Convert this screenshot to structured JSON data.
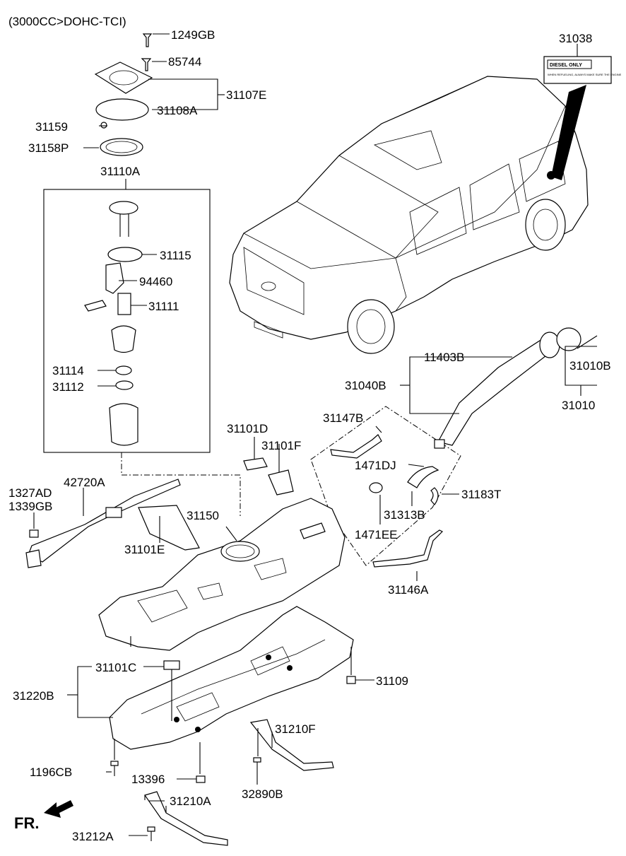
{
  "header": {
    "engine": "(3000CC>DOHC-TCI)"
  },
  "decal": {
    "title": "DIESEL ONLY",
    "fine_print": "WHEN REFUELING, ALWAYS MAKE SURE THE ENGINE"
  },
  "direction": {
    "label": "FR."
  },
  "labels": {
    "p1249GB": "1249GB",
    "p85744": "85744",
    "p31107E": "31107E",
    "p31108A": "31108A",
    "p31159": "31159",
    "p31158P": "31158P",
    "p31110A": "31110A",
    "p31115": "31115",
    "p94460": "94460",
    "p31111": "31111",
    "p31114": "31114",
    "p31112": "31112",
    "p31038": "31038",
    "p11403B": "11403B",
    "p31010B": "31010B",
    "p31040B": "31040B",
    "p31010": "31010",
    "p31147B": "31147B",
    "p31101D": "31101D",
    "p31101F": "31101F",
    "p1471DJ": "1471DJ",
    "p31183T": "31183T",
    "p31313B": "31313B",
    "p1471EE": "1471EE",
    "p1327AD": "1327AD",
    "p1339GB": "1339GB",
    "p42720A": "42720A",
    "p31150": "31150",
    "p31101E": "31101E",
    "p31146A": "31146A",
    "p31101C": "31101C",
    "p31109": "31109",
    "p31220B": "31220B",
    "p31210F": "31210F",
    "p1196CB": "1196CB",
    "p13396": "13396",
    "p32890B": "32890B",
    "p31210A": "31210A",
    "p31212A": "31212A"
  }
}
